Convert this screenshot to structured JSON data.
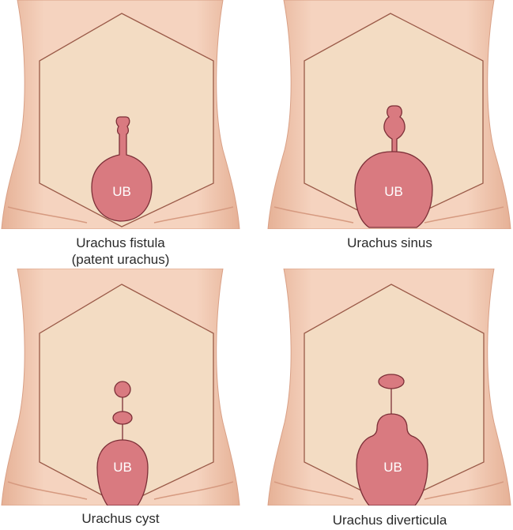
{
  "organ_label": "UB",
  "colors": {
    "skin": "#f6d2bd",
    "skin_shade": "#e9b59c",
    "region": "#f3dcc3",
    "region_stroke": "#9a5a48",
    "bladder": "#d97a80",
    "bladder_stroke": "#7c2f37"
  },
  "panels": [
    {
      "caption_line1": "Urachus fistula",
      "caption_line2": "(patent urachus)"
    },
    {
      "caption_line1": "Urachus sinus",
      "caption_line2": ""
    },
    {
      "caption_line1": "Urachus cyst",
      "caption_line2": ""
    },
    {
      "caption_line1": "Urachus diverticula",
      "caption_line2": ""
    }
  ]
}
